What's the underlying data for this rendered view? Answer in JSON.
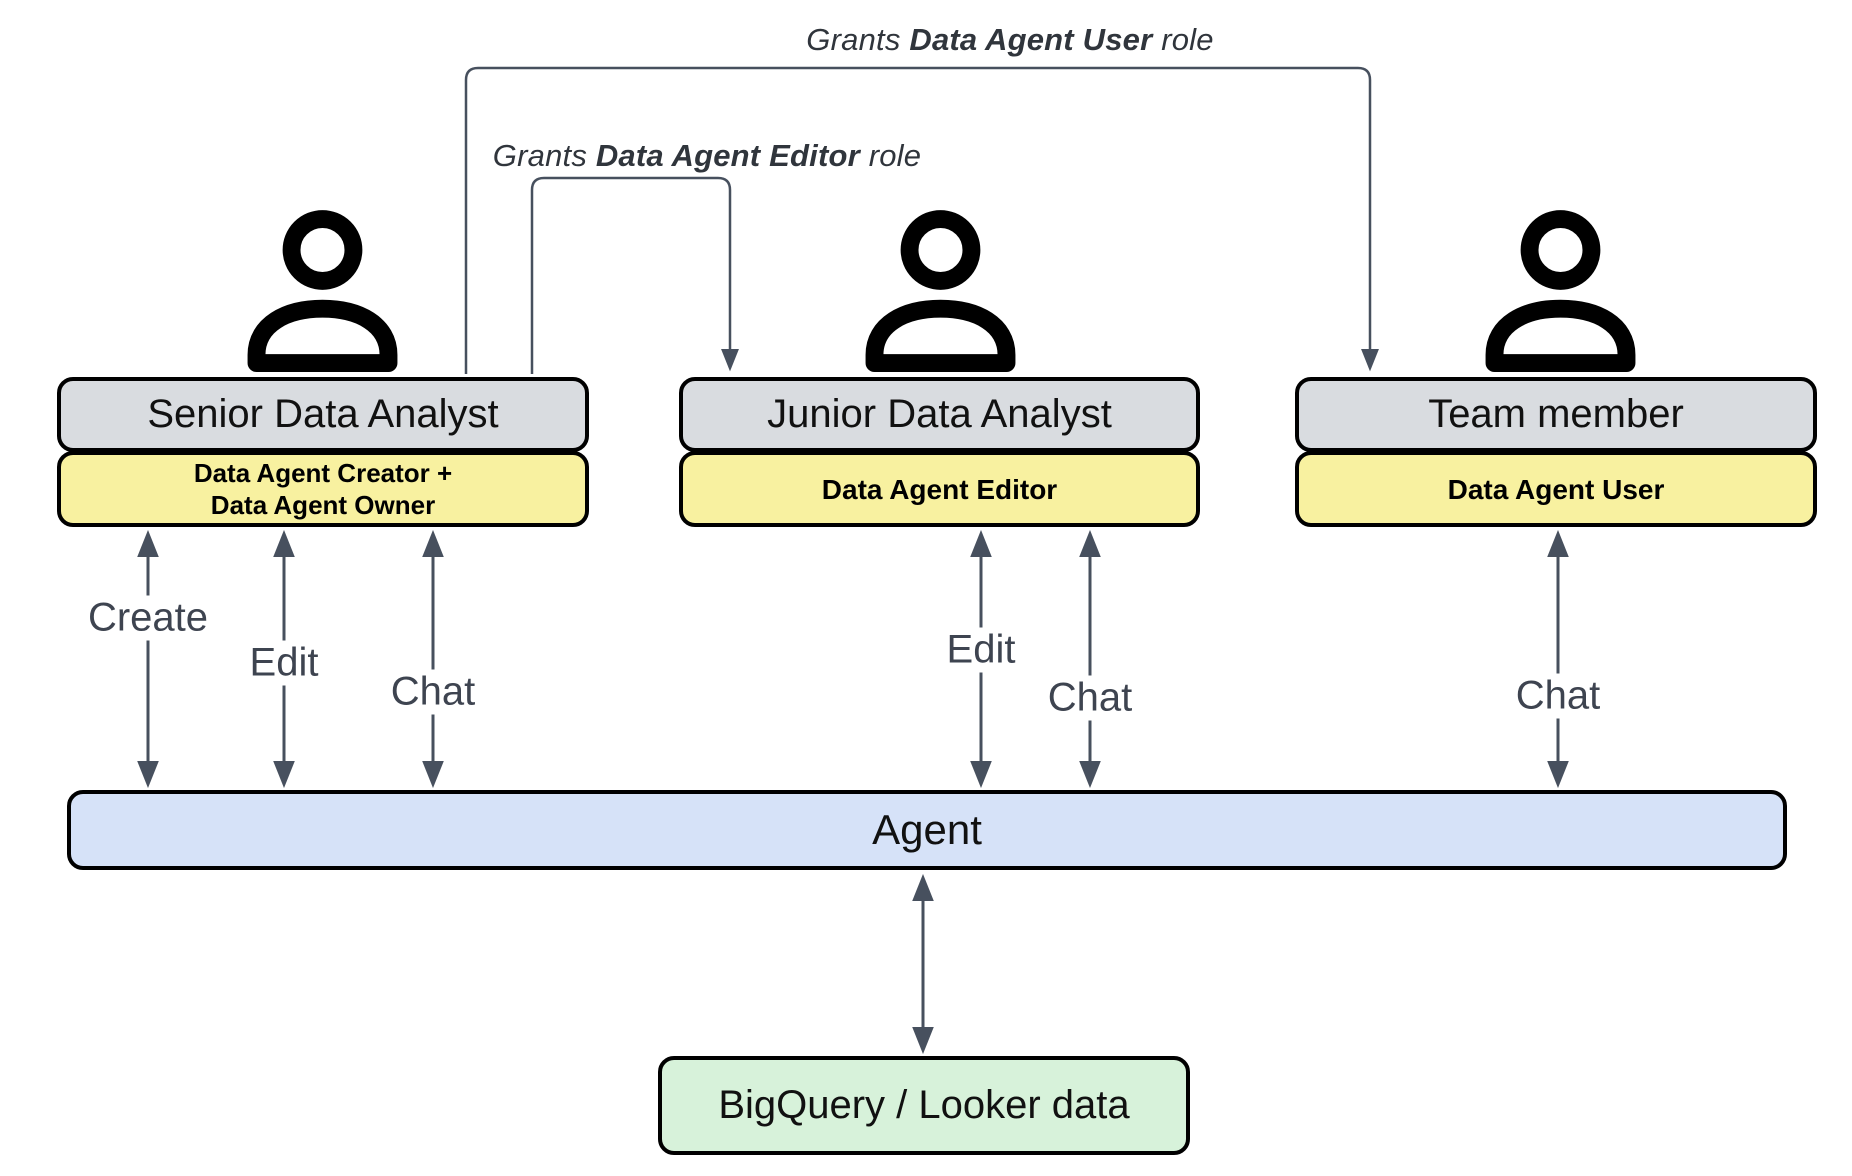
{
  "grant_arrows": [
    {
      "prefix": "Grants ",
      "role": "Data Agent User",
      "suffix": " role"
    },
    {
      "prefix": "Grants ",
      "role": "Data Agent Editor",
      "suffix": " role"
    }
  ],
  "actors": [
    {
      "title": "Senior Data Analyst",
      "role_line1": "Data Agent Creator +",
      "role_line2": "Data Agent Owner",
      "icon": "person-icon"
    },
    {
      "title": "Junior Data Analyst",
      "role_line1": "Data Agent Editor",
      "role_line2": "",
      "icon": "person-icon"
    },
    {
      "title": "Team member",
      "role_line1": "Data Agent User",
      "role_line2": "",
      "icon": "person-icon"
    }
  ],
  "action_labels": [
    {
      "label": "Create"
    },
    {
      "label": "Edit"
    },
    {
      "label": "Chat"
    },
    {
      "label": "Edit"
    },
    {
      "label": "Chat"
    },
    {
      "label": "Chat"
    }
  ],
  "agent": {
    "label": "Agent"
  },
  "data_source": {
    "label": "BigQuery / Looker data"
  },
  "colors": {
    "actor_title_bg": "#d9dce0",
    "role_bg": "#f8f1a0",
    "agent_bg": "#d6e2f8",
    "data_bg": "#d7f2da",
    "line": "#47505e",
    "border": "#000000",
    "label_text": "#3e4450",
    "grant_text": "#30353c"
  }
}
